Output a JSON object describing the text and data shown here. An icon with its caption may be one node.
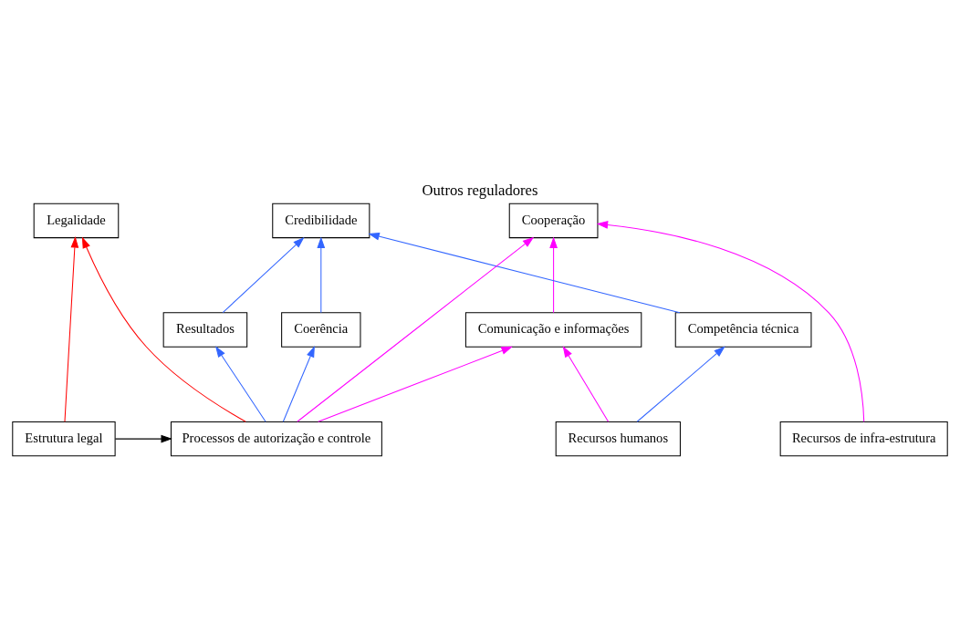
{
  "diagram": {
    "title": "Outros reguladores",
    "nodes": [
      {
        "text": [
          "Credibilidade"
        ]
      },
      {
        "text": [
          "Legalidade"
        ]
      },
      {
        "text": [
          "Cooperação"
        ]
      },
      {
        "text": [
          "Comunicação e informações"
        ]
      },
      {
        "text": [
          "Resultados"
        ]
      },
      {
        "text": [
          "Coerência"
        ]
      },
      {
        "text": [
          "Competência técnica"
        ]
      },
      {
        "text": [
          "Processos de autorização e controle"
        ]
      },
      {
        "text": [
          "Estrutura legal"
        ]
      },
      {
        "text": [
          "Recursos de infra-estrutura"
        ]
      },
      {
        "text": [
          "Recursos humanos"
        ]
      }
    ],
    "edges": [
      {
        "from": 4,
        "to": 0,
        "arrow": "to"
      },
      {
        "from": 5,
        "to": 0,
        "arrow": "to"
      },
      {
        "from": 6,
        "to": 0,
        "arrow": "to"
      },
      {
        "from": 7,
        "to": 4,
        "arrow": "to"
      },
      {
        "from": 7,
        "to": 5,
        "arrow": "to"
      },
      {
        "from": 7,
        "to": 1,
        "arrow": "to",
        "color": "#ff0000"
      },
      {
        "from": 7,
        "to": 2,
        "arrow": "to",
        "color": "#ff00ff"
      },
      {
        "from": 7,
        "to": 3,
        "arrow": "to",
        "color": "#ff00ff"
      },
      {
        "from": 8,
        "to": 1,
        "arrow": "to",
        "color": "#ff0000"
      },
      {
        "from": 8,
        "to": 7,
        "arrow": "to",
        "color": "#000000"
      },
      {
        "from": 9,
        "to": 2,
        "arrow": "to",
        "color": "#ff00ff"
      },
      {
        "from": 3,
        "to": 2,
        "arrow": "to",
        "color": "#ff00ff"
      },
      {
        "from": 10,
        "to": 3,
        "arrow": "to",
        "color": "#ff00ff"
      },
      {
        "from": 10,
        "to": 6,
        "arrow": "to"
      }
    ]
  }
}
